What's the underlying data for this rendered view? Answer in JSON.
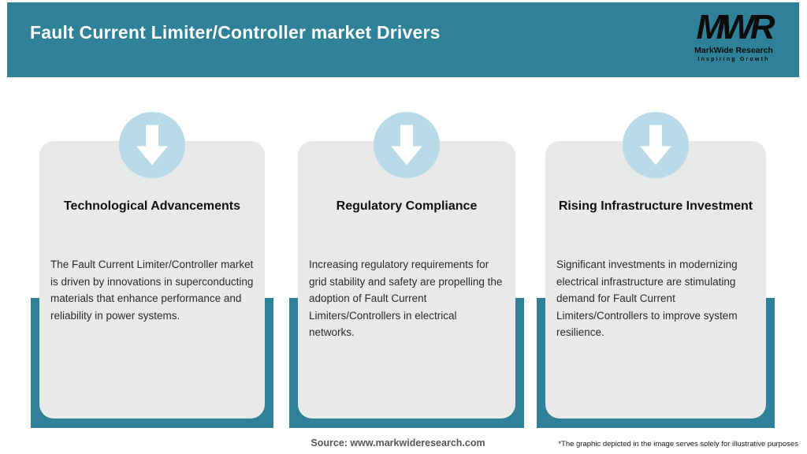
{
  "header": {
    "title": "Fault Current Limiter/Controller market Drivers",
    "logo": {
      "monogram": "MWR",
      "name": "MarkWide Research",
      "tagline": "Inspiring Growth"
    }
  },
  "cards": [
    {
      "title": "Technological Advancements",
      "body": "The Fault Current Limiter/Controller market is driven by innovations in superconducting materials that enhance performance and reliability in power systems."
    },
    {
      "title": "Regulatory Compliance",
      "body": "Increasing regulatory requirements for grid stability and safety are propelling the adoption of Fault Current Limiters/Controllers in electrical networks."
    },
    {
      "title": "Rising Infrastructure Investment",
      "body": "Significant investments in modernizing electrical infrastructure are stimulating demand for Fault Current Limiters/Controllers to improve system resilience."
    }
  ],
  "footer": {
    "source": "Source: www.markwideresearch.com",
    "disclaimer": "*The graphic depicted in the image serves solely for illustrative purposes"
  },
  "colors": {
    "teal": "#2e8198",
    "arrow_circle_blue": "#b7dae6",
    "card_gray": "#e8eaea",
    "banner_text": "#ffffff",
    "logo_black": "#0c0c0c"
  }
}
